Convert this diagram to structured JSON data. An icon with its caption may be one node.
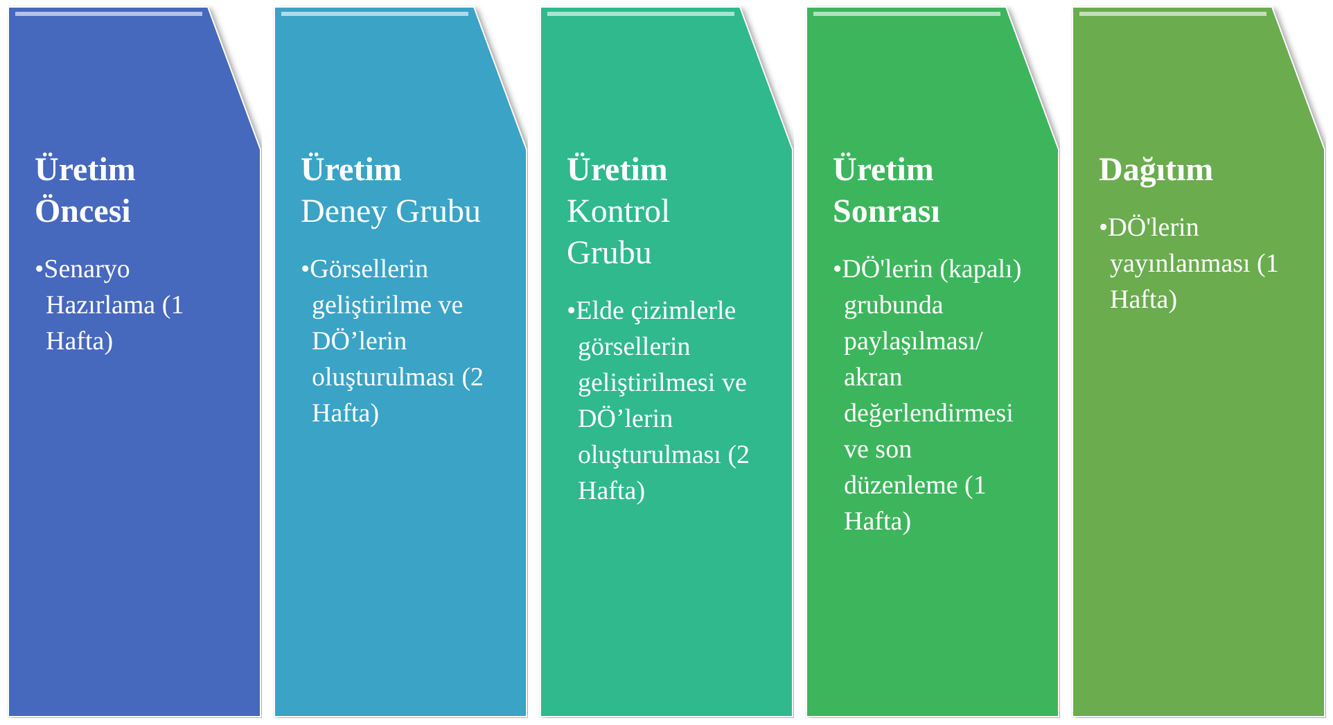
{
  "diagram": {
    "nodes": [
      {
        "text": [
          "Üretim Öncesi",
          "•Senaryo Hazırlama (1 Hafta)"
        ]
      },
      {
        "text": [
          "Üretim",
          "Deney Grubu",
          "•Görsellerin geliştirilme ve DÖ’lerin oluşturulması (2 Hafta)"
        ]
      },
      {
        "text": [
          "Üretim",
          "Kontrol Grubu",
          "•Elde çizimlerle görsellerin geliştirilmesi ve DÖ’lerin oluşturulması (2 Hafta)"
        ]
      },
      {
        "text": [
          "Üretim Sonrası",
          "•DÖ'lerin (kapalı) grubunda paylaşılması/ akran değerlendirmesi ve son düzenleme (1 Hafta)"
        ]
      },
      {
        "text": [
          "Dağıtım",
          "•DÖ'lerin yayınlanması (1 Hafta)"
        ]
      }
    ]
  }
}
